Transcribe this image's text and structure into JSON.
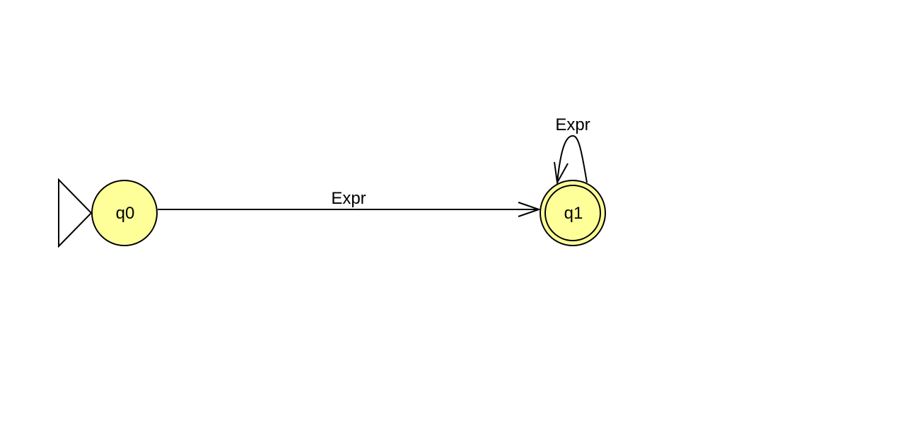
{
  "automaton": {
    "state_fill": "#ffff99",
    "stroke_color": "#000000",
    "states": [
      {
        "id": "q0",
        "label": "q0",
        "initial": true,
        "final": false
      },
      {
        "id": "q1",
        "label": "q1",
        "initial": false,
        "final": true
      }
    ],
    "transitions": [
      {
        "from": "q0",
        "to": "q1",
        "label": "Expr"
      },
      {
        "from": "q1",
        "to": "q1",
        "label": "Expr"
      }
    ]
  }
}
